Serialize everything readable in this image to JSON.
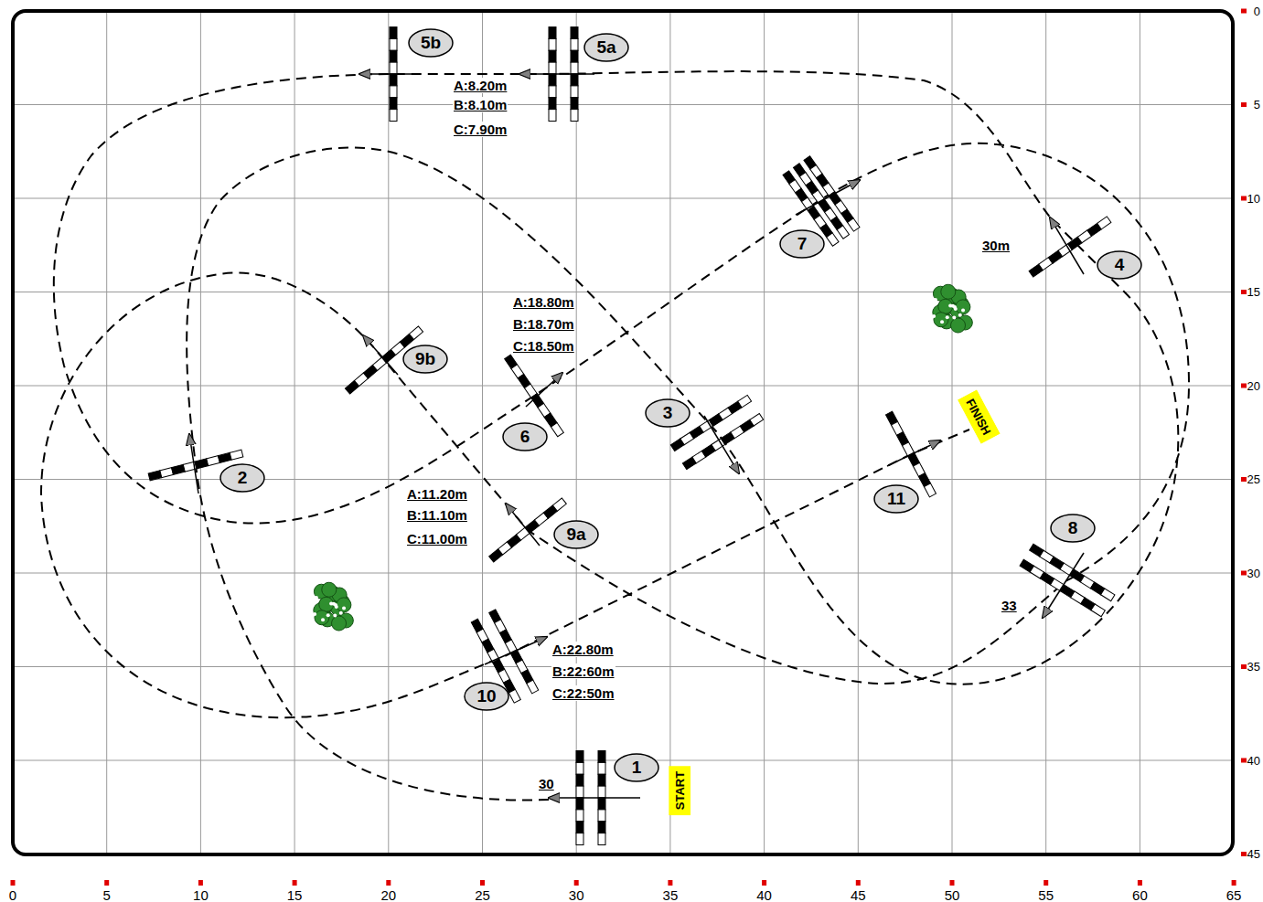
{
  "diagram": {
    "nodes": [
      {
        "text": [
          "5b"
        ]
      },
      {
        "text": [
          "5a"
        ]
      },
      {
        "text": [
          "7"
        ]
      },
      {
        "text": [
          "4"
        ]
      },
      {
        "text": [
          "9b"
        ]
      },
      {
        "text": [
          "6"
        ]
      },
      {
        "text": [
          "3"
        ]
      },
      {
        "text": [
          "FINISH"
        ]
      },
      {
        "text": [
          "2"
        ]
      },
      {
        "text": [
          "11"
        ]
      },
      {
        "text": [
          "9a"
        ]
      },
      {
        "text": [
          "8"
        ]
      },
      {
        "text": [
          "10"
        ]
      },
      {
        "text": [
          "1"
        ]
      },
      {
        "text": [
          "START"
        ]
      }
    ],
    "labels": [
      "A:8.20m",
      "B:8.10m",
      "C:7.90m",
      "A:18.80m",
      "B:18.70m",
      "C:18.50m",
      "A:11.20m",
      "B:11.10m",
      "C:11.00m",
      "A:22.80m",
      "B:22:60m",
      "C:22:50m",
      "30m",
      "33",
      "30",
      "0",
      "5",
      "10",
      "15",
      "20",
      "25",
      "30",
      "35",
      "40",
      "45",
      "50",
      "55",
      "60",
      "65",
      "0",
      "5",
      "10",
      "15",
      "20",
      "25",
      "30",
      "35",
      "40",
      "45"
    ]
  }
}
